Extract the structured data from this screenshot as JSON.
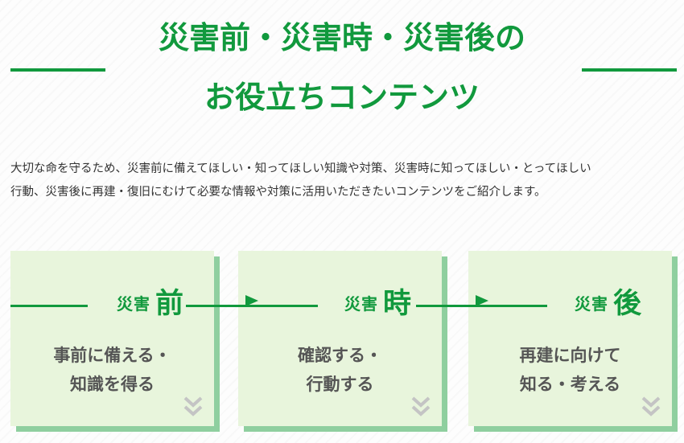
{
  "header": {
    "title_line1": "災害前・災害時・災害後の",
    "title_line2": "お役立ちコンテンツ"
  },
  "intro": {
    "line1": "大切な命を守るため、災害前に備えてほしい・知ってほしい知識や対策、災害時に知ってほしい・とってほしい",
    "line2": "行動、災害後に再建・復旧にむけて必要な情報や対策に活用いただきたいコンテンツをご紹介します。"
  },
  "cards": [
    {
      "kanji_small": "災害",
      "kanji_large": "前",
      "desc_line1": "事前に備える・",
      "desc_line2": "知識を得る",
      "icon": "chevron-double-down-icon"
    },
    {
      "kanji_small": "災害",
      "kanji_large": "時",
      "desc_line1": "確認する・",
      "desc_line2": "行動する",
      "icon": "chevron-double-down-icon"
    },
    {
      "kanji_small": "災害",
      "kanji_large": "後",
      "desc_line1": "再建に向けて",
      "desc_line2": "知る・考える",
      "icon": "chevron-double-down-icon"
    }
  ],
  "colors": {
    "accent_green": "#11993d",
    "card_bg": "#e8f5dc",
    "card_shadow": "#8fcf9f",
    "chevron": "#c4c4c4",
    "body_text": "#333333",
    "card_text": "#555555"
  }
}
